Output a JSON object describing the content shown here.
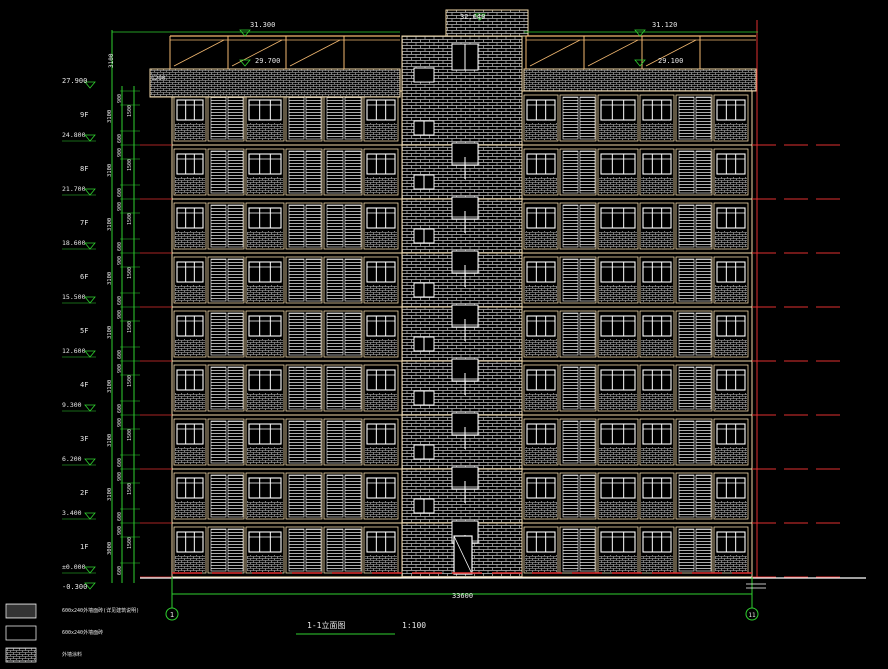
{
  "colors": {
    "background": "#000000",
    "building": "#f2d9a8",
    "brick": "#c8c8c8",
    "stairBrick": "#b4b4b4",
    "window": "#ffffff",
    "redLine": "#e03030",
    "greenLine": "#2fd02f",
    "dimText": "#e6e6e6",
    "ground": "#ffffff",
    "parapetFrame": "#f2b870"
  },
  "title": {
    "name": "1-1立面图",
    "scale": "1:100"
  },
  "top_elevations": {
    "stair_top": "32.640",
    "left_parapet": "31.300",
    "right_parapet": "31.120",
    "left_roof": "29.700",
    "right_roof": "29.100",
    "eave_dim": "1200",
    "top_dim": "3100"
  },
  "floors": [
    {
      "label": "1F",
      "level": "±0.000",
      "dim": "3000"
    },
    {
      "label": "2F",
      "level": "3.400",
      "dim": "3100"
    },
    {
      "label": "3F",
      "level": "6.200",
      "dim": "3100"
    },
    {
      "label": "4F",
      "level": "9.300",
      "dim": "3100"
    },
    {
      "label": "5F",
      "level": "12.600",
      "dim": "3100"
    },
    {
      "label": "6F",
      "level": "15.500",
      "dim": "3100"
    },
    {
      "label": "7F",
      "level": "18.600",
      "dim": "3100"
    },
    {
      "label": "8F",
      "level": "21.700",
      "dim": "3100"
    },
    {
      "label": "9F",
      "level": "24.800",
      "dim": "3100"
    }
  ],
  "roof_level": "27.900",
  "ground_level": "-0.300",
  "sub_dims": [
    "900",
    "1500",
    "600"
  ],
  "overall_width_dim": "33600",
  "axes": {
    "left": "1",
    "right": "11"
  },
  "legend": [
    {
      "text": "600x240外墙面砖(详见建筑说明)"
    },
    {
      "text": "600x240外墙面砖"
    },
    {
      "text": "外墙涂料"
    }
  ]
}
